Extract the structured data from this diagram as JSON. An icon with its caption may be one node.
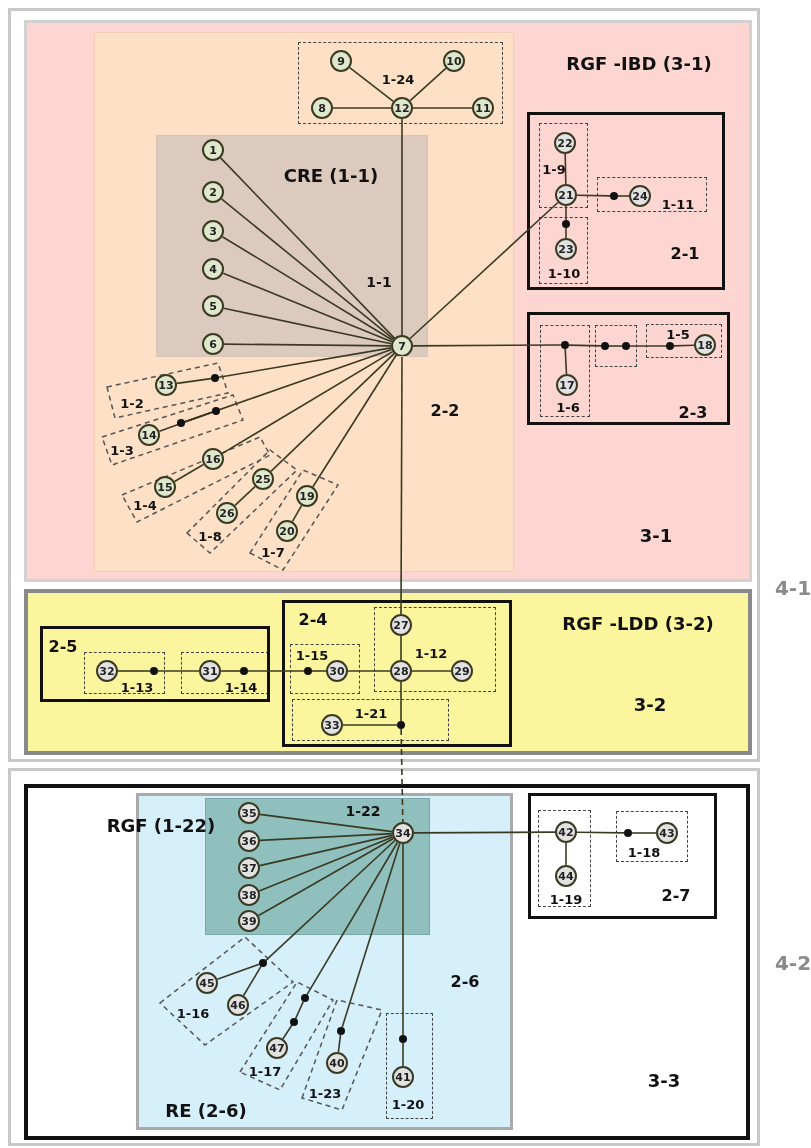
{
  "diagram": {
    "nodes": [
      {
        "text": [
          "4-1"
        ]
      },
      {
        "text": [
          "RGF -IBD (3-1)",
          "3-1"
        ],
        "in": 0
      },
      {
        "text": [
          "2-2"
        ],
        "in": 1
      },
      {
        "text": [
          "1-24"
        ],
        "in": 2
      },
      {
        "text": [
          "9"
        ],
        "in": 3
      },
      {
        "text": [
          "10"
        ],
        "in": 3
      },
      {
        "text": [
          "8"
        ],
        "in": 3
      },
      {
        "text": [
          "12"
        ],
        "in": 3
      },
      {
        "text": [
          "11"
        ],
        "in": 3
      },
      {
        "text": [
          "CRE (1-1)",
          "1-1"
        ],
        "in": 2
      },
      {
        "text": [
          "1"
        ],
        "in": 9
      },
      {
        "text": [
          "2"
        ],
        "in": 9
      },
      {
        "text": [
          "3"
        ],
        "in": 9
      },
      {
        "text": [
          "4"
        ],
        "in": 9
      },
      {
        "text": [
          "5"
        ],
        "in": 9
      },
      {
        "text": [
          "6"
        ],
        "in": 9
      },
      {
        "text": [
          "7"
        ],
        "in": 9
      },
      {
        "text": [
          "1-2"
        ],
        "in": 2
      },
      {
        "text": [
          "13"
        ],
        "in": 17
      },
      {
        "text": [],
        "shape": "dot",
        "in": 17
      },
      {
        "text": [
          "1-3"
        ],
        "in": 2
      },
      {
        "text": [
          "14"
        ],
        "in": 20
      },
      {
        "text": [],
        "shape": "dot",
        "in": 20
      },
      {
        "text": [],
        "shape": "dot",
        "in": 20
      },
      {
        "text": [
          "1-4"
        ],
        "in": 2
      },
      {
        "text": [
          "16"
        ],
        "in": 24
      },
      {
        "text": [
          "15"
        ],
        "in": 24
      },
      {
        "text": [
          "1-8"
        ],
        "in": 2
      },
      {
        "text": [
          "25"
        ],
        "in": 27
      },
      {
        "text": [
          "26"
        ],
        "in": 27
      },
      {
        "text": [
          "1-7"
        ],
        "in": 2
      },
      {
        "text": [
          "19"
        ],
        "in": 30
      },
      {
        "text": [
          "20"
        ],
        "in": 30
      },
      {
        "text": [
          "2-1"
        ],
        "in": 1
      },
      {
        "text": [
          "1-9"
        ],
        "in": 33
      },
      {
        "text": [
          "22"
        ],
        "in": 34
      },
      {
        "text": [
          "21"
        ],
        "in": 34
      },
      {
        "text": [
          "1-11"
        ],
        "in": 33
      },
      {
        "text": [],
        "shape": "dot",
        "in": 37
      },
      {
        "text": [
          "24"
        ],
        "in": 37
      },
      {
        "text": [
          "1-10"
        ],
        "in": 33
      },
      {
        "text": [],
        "shape": "dot",
        "in": 40
      },
      {
        "text": [
          "23"
        ],
        "in": 40
      },
      {
        "text": [
          "2-3"
        ],
        "in": 1
      },
      {
        "text": [
          "1-6"
        ],
        "in": 43
      },
      {
        "text": [],
        "shape": "dot",
        "in": 44
      },
      {
        "text": [
          "17"
        ],
        "in": 44
      },
      {
        "text": [],
        "shape": "box",
        "in": 43
      },
      {
        "text": [],
        "shape": "dot",
        "in": 47
      },
      {
        "text": [],
        "shape": "dot",
        "in": 47
      },
      {
        "text": [
          "1-5"
        ],
        "in": 43
      },
      {
        "text": [],
        "shape": "dot",
        "in": 50
      },
      {
        "text": [
          "18"
        ],
        "in": 50
      },
      {
        "text": [
          "RGF -LDD (3-2)",
          "3-2"
        ],
        "in": 0
      },
      {
        "text": [
          "2-5"
        ],
        "in": 53
      },
      {
        "text": [
          "1-13"
        ],
        "in": 54
      },
      {
        "text": [
          "32"
        ],
        "in": 55
      },
      {
        "text": [],
        "shape": "dot",
        "in": 55
      },
      {
        "text": [
          "1-14"
        ],
        "in": 54
      },
      {
        "text": [
          "31"
        ],
        "in": 58
      },
      {
        "text": [],
        "shape": "dot",
        "in": 58
      },
      {
        "text": [
          "2-4"
        ],
        "in": 53
      },
      {
        "text": [
          "1-15"
        ],
        "in": 61
      },
      {
        "text": [],
        "shape": "dot",
        "in": 62
      },
      {
        "text": [
          "30"
        ],
        "in": 62
      },
      {
        "text": [
          "1-12"
        ],
        "in": 61
      },
      {
        "text": [
          "27"
        ],
        "in": 65
      },
      {
        "text": [
          "28"
        ],
        "in": 65
      },
      {
        "text": [
          "29"
        ],
        "in": 65
      },
      {
        "text": [
          "1-21"
        ],
        "in": 61
      },
      {
        "text": [
          "33"
        ],
        "in": 69
      },
      {
        "text": [],
        "shape": "dot",
        "in": 69
      },
      {
        "text": [
          "4-2"
        ]
      },
      {
        "text": [
          "3-3"
        ],
        "in": 72
      },
      {
        "text": [
          "RE (2-6)",
          "2-6"
        ],
        "in": 73
      },
      {
        "text": [
          "RGF (1-22)",
          "1-22"
        ],
        "in": 74
      },
      {
        "text": [
          "35"
        ],
        "in": 75
      },
      {
        "text": [
          "36"
        ],
        "in": 75
      },
      {
        "text": [
          "37"
        ],
        "in": 75
      },
      {
        "text": [
          "38"
        ],
        "in": 75
      },
      {
        "text": [
          "39"
        ],
        "in": 75
      },
      {
        "text": [
          "34"
        ],
        "in": 75
      },
      {
        "text": [
          "1-16"
        ],
        "in": 74
      },
      {
        "text": [],
        "shape": "dot",
        "in": 82
      },
      {
        "text": [
          "45"
        ],
        "in": 82
      },
      {
        "text": [
          "46"
        ],
        "in": 82
      },
      {
        "text": [
          "1-17"
        ],
        "in": 74
      },
      {
        "text": [],
        "shape": "dot",
        "in": 86
      },
      {
        "text": [],
        "shape": "dot",
        "in": 86
      },
      {
        "text": [
          "47"
        ],
        "in": 86
      },
      {
        "text": [
          "1-23"
        ],
        "in": 74
      },
      {
        "text": [],
        "shape": "dot",
        "in": 90
      },
      {
        "text": [
          "40"
        ],
        "in": 90
      },
      {
        "text": [
          "1-20"
        ],
        "in": 74
      },
      {
        "text": [],
        "shape": "dot",
        "in": 93
      },
      {
        "text": [
          "41"
        ],
        "in": 93
      },
      {
        "text": [
          "2-7"
        ],
        "in": 73
      },
      {
        "text": [
          "1-19"
        ],
        "in": 96
      },
      {
        "text": [
          "42"
        ],
        "in": 97
      },
      {
        "text": [
          "44"
        ],
        "in": 97
      },
      {
        "text": [
          "1-18"
        ],
        "in": 96
      },
      {
        "text": [],
        "shape": "dot",
        "in": 100
      },
      {
        "text": [
          "43"
        ],
        "in": 100
      }
    ],
    "edges": [
      {
        "from": 10,
        "to": 16,
        "arrow": "none"
      },
      {
        "from": 11,
        "to": 16,
        "arrow": "none"
      },
      {
        "from": 12,
        "to": 16,
        "arrow": "none"
      },
      {
        "from": 13,
        "to": 16,
        "arrow": "none"
      },
      {
        "from": 14,
        "to": 16,
        "arrow": "none"
      },
      {
        "from": 15,
        "to": 16,
        "arrow": "none"
      },
      {
        "from": 16,
        "to": 7,
        "arrow": "none"
      },
      {
        "from": 7,
        "to": 6,
        "arrow": "none"
      },
      {
        "from": 7,
        "to": 4,
        "arrow": "none"
      },
      {
        "from": 7,
        "to": 5,
        "arrow": "none"
      },
      {
        "from": 7,
        "to": 8,
        "arrow": "none"
      },
      {
        "from": 16,
        "to": 19,
        "arrow": "none"
      },
      {
        "from": 19,
        "to": 18,
        "arrow": "none"
      },
      {
        "from": 16,
        "to": 22,
        "arrow": "none"
      },
      {
        "from": 22,
        "to": 23,
        "arrow": "none"
      },
      {
        "from": 23,
        "to": 21,
        "arrow": "none"
      },
      {
        "from": 16,
        "to": 25,
        "arrow": "none"
      },
      {
        "from": 25,
        "to": 26,
        "arrow": "none"
      },
      {
        "from": 16,
        "to": 28,
        "arrow": "none"
      },
      {
        "from": 28,
        "to": 29,
        "arrow": "none"
      },
      {
        "from": 16,
        "to": 31,
        "arrow": "none"
      },
      {
        "from": 31,
        "to": 32,
        "arrow": "none"
      },
      {
        "from": 16,
        "to": 36,
        "arrow": "none"
      },
      {
        "from": 36,
        "to": 35,
        "arrow": "none"
      },
      {
        "from": 36,
        "to": 38,
        "arrow": "none"
      },
      {
        "from": 38,
        "to": 39,
        "arrow": "none"
      },
      {
        "from": 36,
        "to": 41,
        "arrow": "none"
      },
      {
        "from": 41,
        "to": 42,
        "arrow": "none"
      },
      {
        "from": 16,
        "to": 45,
        "arrow": "none"
      },
      {
        "from": 45,
        "to": 46,
        "arrow": "none"
      },
      {
        "from": 45,
        "to": 48,
        "arrow": "none"
      },
      {
        "from": 48,
        "to": 49,
        "arrow": "none"
      },
      {
        "from": 49,
        "to": 51,
        "arrow": "none"
      },
      {
        "from": 51,
        "to": 52,
        "arrow": "none"
      },
      {
        "from": 16,
        "to": 66,
        "arrow": "none"
      },
      {
        "from": 66,
        "to": 67,
        "arrow": "none"
      },
      {
        "from": 67,
        "to": 68,
        "arrow": "none"
      },
      {
        "from": 67,
        "to": 64,
        "arrow": "none"
      },
      {
        "from": 64,
        "to": 63,
        "arrow": "none"
      },
      {
        "from": 63,
        "to": 60,
        "arrow": "none"
      },
      {
        "from": 60,
        "to": 59,
        "arrow": "none"
      },
      {
        "from": 59,
        "to": 57,
        "arrow": "none"
      },
      {
        "from": 57,
        "to": 56,
        "arrow": "none"
      },
      {
        "from": 67,
        "to": 71,
        "arrow": "none"
      },
      {
        "from": 71,
        "to": 70,
        "arrow": "none"
      },
      {
        "from": 71,
        "to": 81,
        "arrow": "none",
        "style": "dashed"
      },
      {
        "from": 76,
        "to": 81,
        "arrow": "none"
      },
      {
        "from": 77,
        "to": 81,
        "arrow": "none"
      },
      {
        "from": 78,
        "to": 81,
        "arrow": "none"
      },
      {
        "from": 79,
        "to": 81,
        "arrow": "none"
      },
      {
        "from": 80,
        "to": 81,
        "arrow": "none"
      },
      {
        "from": 81,
        "to": 83,
        "arrow": "none"
      },
      {
        "from": 83,
        "to": 84,
        "arrow": "none"
      },
      {
        "from": 83,
        "to": 85,
        "arrow": "none"
      },
      {
        "from": 81,
        "to": 87,
        "arrow": "none"
      },
      {
        "from": 87,
        "to": 88,
        "arrow": "none"
      },
      {
        "from": 88,
        "to": 89,
        "arrow": "none"
      },
      {
        "from": 81,
        "to": 91,
        "arrow": "none"
      },
      {
        "from": 91,
        "to": 92,
        "arrow": "none"
      },
      {
        "from": 81,
        "to": 94,
        "arrow": "none"
      },
      {
        "from": 94,
        "to": 95,
        "arrow": "none"
      },
      {
        "from": 81,
        "to": 98,
        "arrow": "none"
      },
      {
        "from": 98,
        "to": 99,
        "arrow": "none"
      },
      {
        "from": 98,
        "to": 101,
        "arrow": "none"
      },
      {
        "from": 101,
        "to": 102,
        "arrow": "none"
      }
    ]
  }
}
